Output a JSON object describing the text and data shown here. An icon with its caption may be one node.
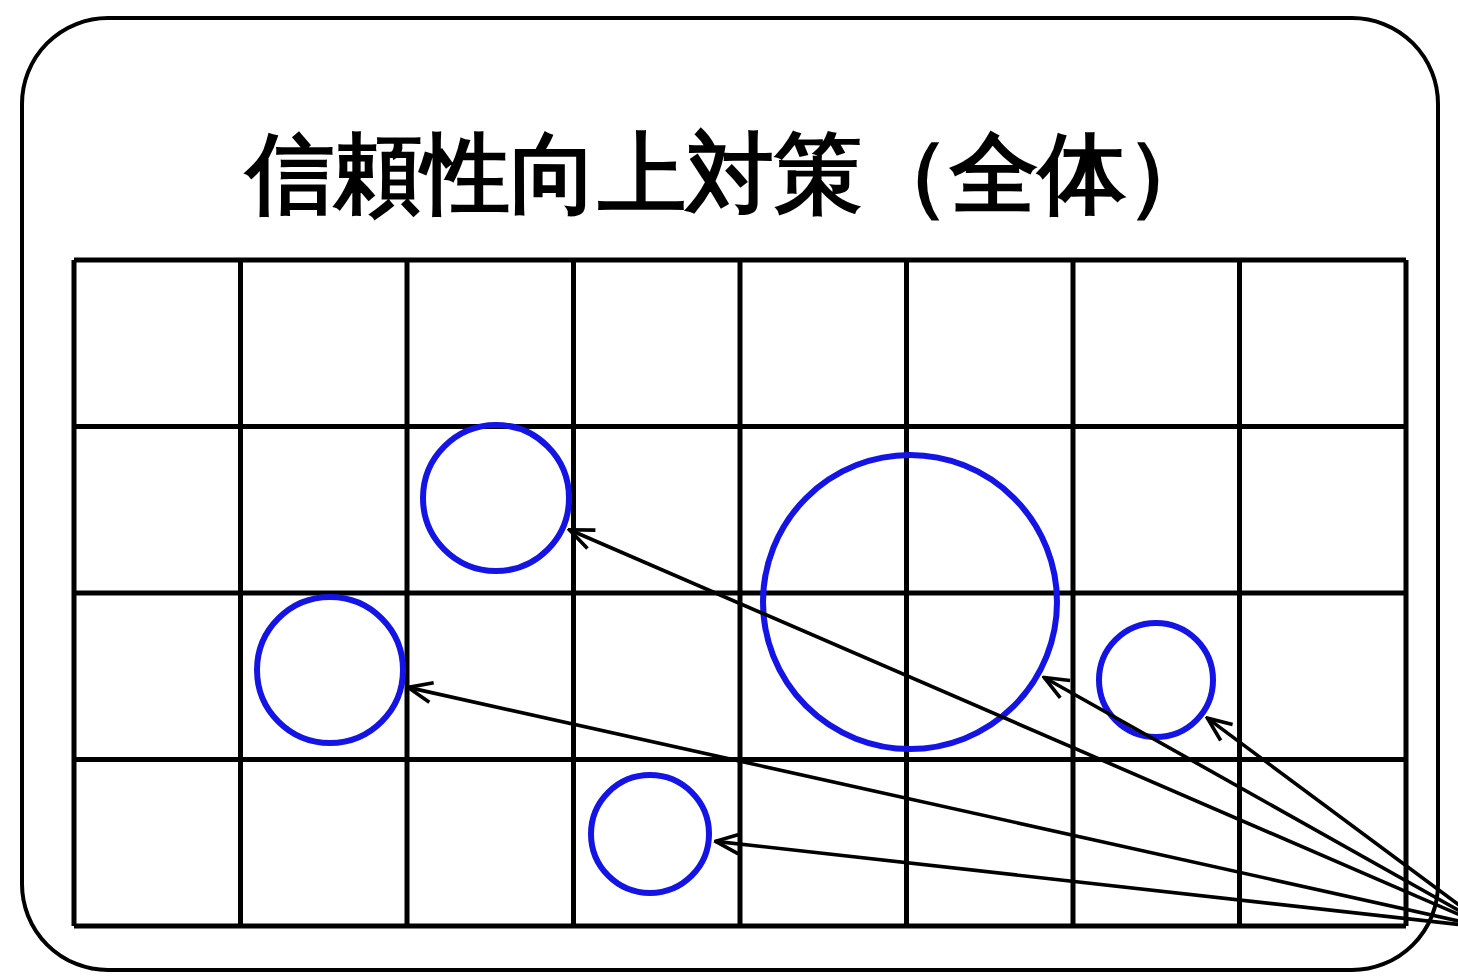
{
  "diagram": {
    "nodes": [
      {
        "text": [
          "信頼性向上対策（全体）"
        ]
      },
      {
        "text": [],
        "shape": "circle",
        "in": 0
      },
      {
        "text": [],
        "shape": "circle",
        "in": 0
      },
      {
        "text": [],
        "shape": "circle",
        "in": 0
      },
      {
        "text": [],
        "shape": "circle",
        "in": 0
      },
      {
        "text": [],
        "shape": "circle",
        "in": 0
      }
    ],
    "edges": [
      {
        "from": null,
        "to": 2,
        "arrow": "to"
      },
      {
        "from": null,
        "to": 1,
        "arrow": "to"
      },
      {
        "from": null,
        "to": 3,
        "arrow": "to"
      },
      {
        "from": null,
        "to": 4,
        "arrow": "to"
      },
      {
        "from": null,
        "to": 5,
        "arrow": "to"
      }
    ]
  }
}
